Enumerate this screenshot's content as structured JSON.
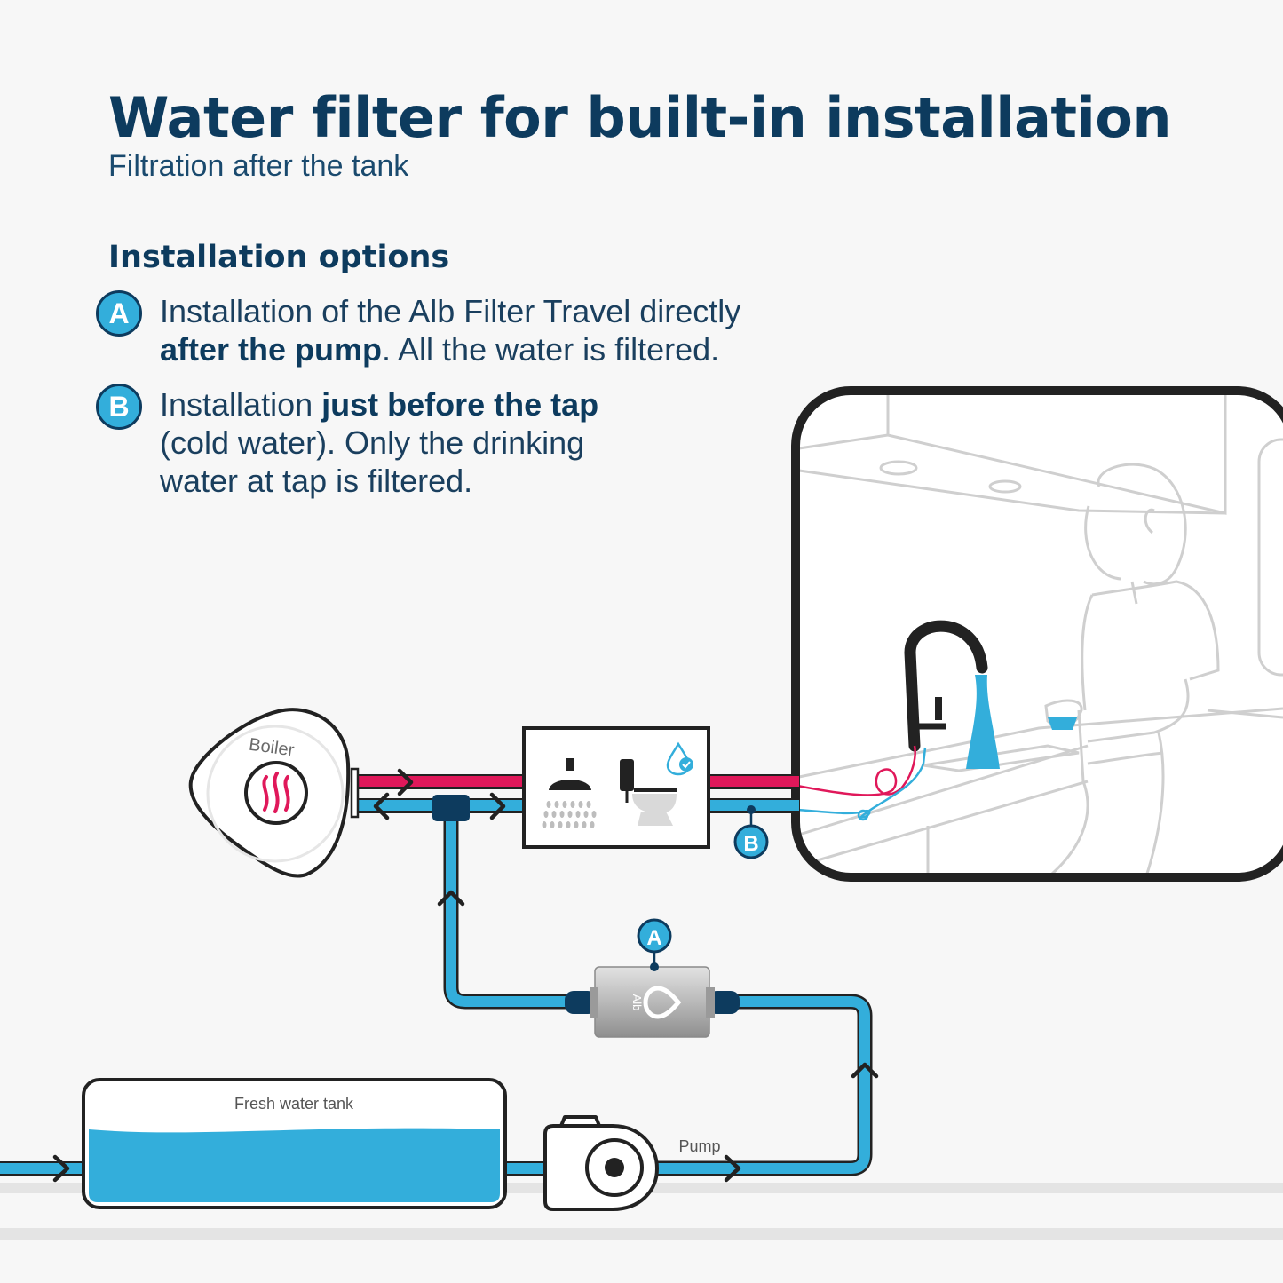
{
  "header": {
    "title": "Water filter for built-in installation",
    "subtitle": "Filtration after the tank"
  },
  "options": {
    "heading": "Installation options",
    "items": [
      {
        "badge": "A",
        "line1": "Installation of the Alb Filter Travel directly",
        "line2_bold": "after the pump",
        "line2_rest": ". All the water is filtered."
      },
      {
        "badge": "B",
        "line1_pre": "Installation ",
        "line1_bold": "just before the tap",
        "line2": "(cold water). Only the drinking",
        "line3": "water at tap is filtered."
      }
    ]
  },
  "diagram": {
    "boiler_label": "Boiler",
    "tank_label": "Fresh water tank",
    "pump_label": "Pump",
    "filter_brand": "Alb",
    "marker_a": "A",
    "marker_b": "B"
  },
  "colors": {
    "navy": "#0d3b5e",
    "cold_pipe": "#33aedb",
    "hot_pipe": "#e0185a",
    "outline": "#222222"
  }
}
